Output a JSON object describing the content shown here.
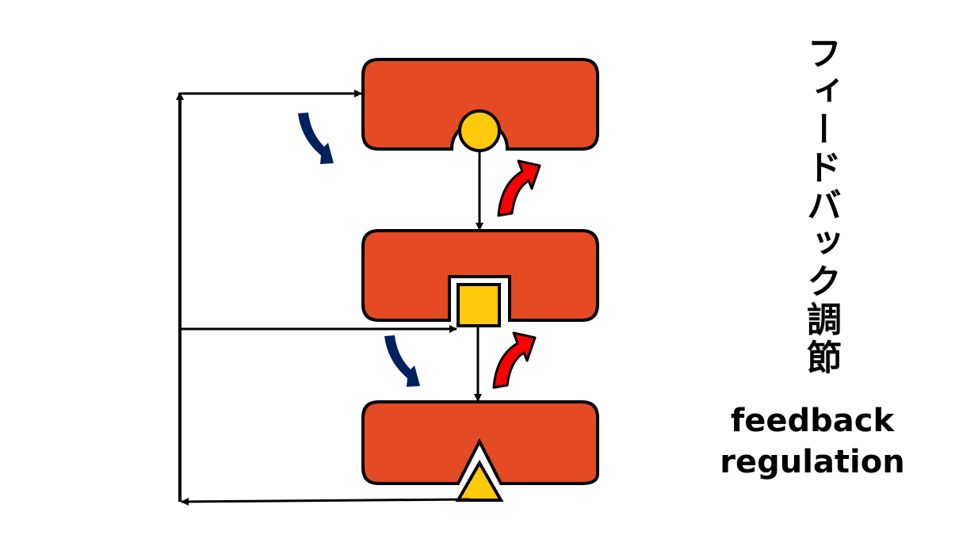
{
  "title": {
    "japanese": "フィードバック調節",
    "english_line1": "feedback",
    "english_line2": "regulation"
  },
  "colors": {
    "box_fill": "#E44A24",
    "product_fill": "#FFC90C",
    "outline": "#000000",
    "inhibit_arrow": "#002060",
    "stimulate_arrow": "#FF0000"
  },
  "nodes": [
    {
      "id": "top",
      "shape": "circle"
    },
    {
      "id": "middle",
      "shape": "square"
    },
    {
      "id": "bottom",
      "shape": "triangle"
    }
  ],
  "arrows": {
    "feedback_loop": [
      "bottom-to-top",
      "bottom-to-middle"
    ],
    "inhibit": [
      "to-top",
      "to-middle"
    ],
    "stimulate": [
      "top-to-middle",
      "middle-to-bottom"
    ]
  }
}
